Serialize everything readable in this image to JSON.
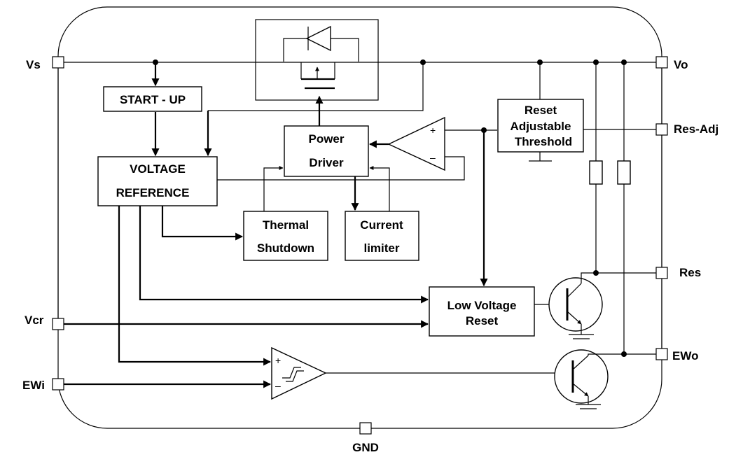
{
  "pins": {
    "vs": "Vs",
    "vo": "Vo",
    "res_adj": "Res-Adj",
    "res": "Res",
    "vcr": "Vcr",
    "ewi": "EWi",
    "ewo": "EWo",
    "gnd": "GND"
  },
  "blocks": {
    "startup": "START - UP",
    "vref_line1": "VOLTAGE",
    "vref_line2": "REFERENCE",
    "power_driver_line1": "Power",
    "power_driver_line2": "Driver",
    "thermal_line1": "Thermal",
    "thermal_line2": "Shutdown",
    "current_line1": "Current",
    "current_line2": "limiter",
    "reset_adj_line1": "Reset",
    "reset_adj_line2": "Adjustable",
    "reset_adj_line3": "Threshold",
    "lvr_line1": "Low Voltage",
    "lvr_line2": "Reset"
  },
  "signs": {
    "plus": "+",
    "minus": "–"
  }
}
